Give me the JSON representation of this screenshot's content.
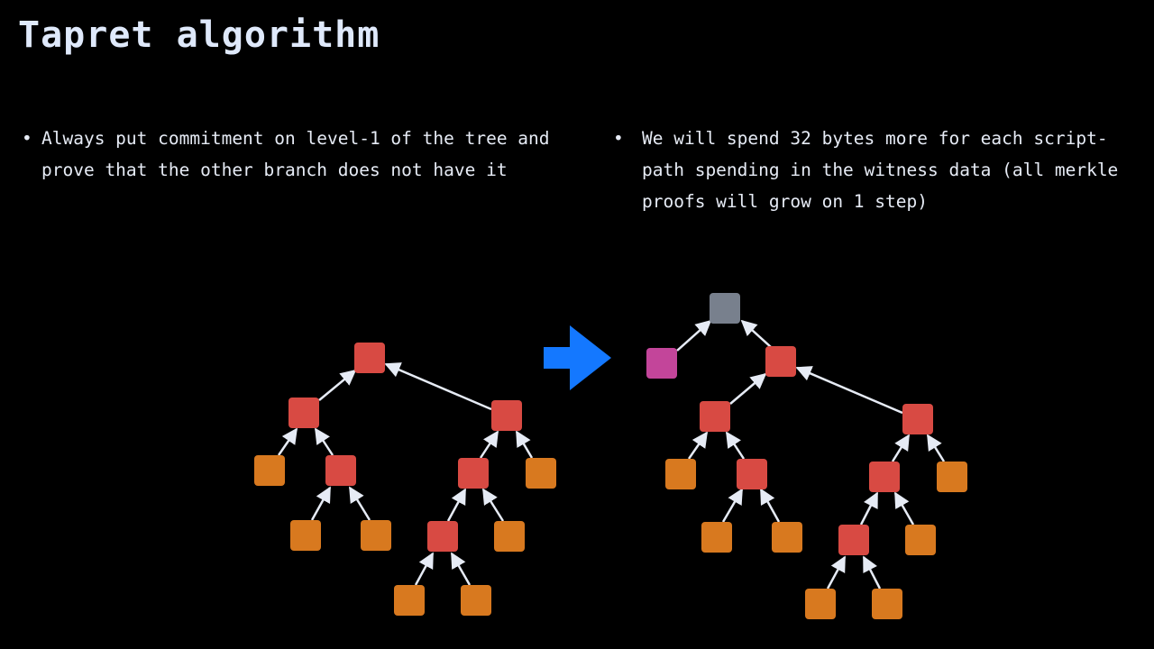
{
  "slide": {
    "title": "Tapret algorithm",
    "left_points": [
      "Always put commitment on level-1 of the tree and prove that the other branch does not have it"
    ],
    "right_points": [
      "We will spend 32 bytes more for each script-path spending in the witness data (all merkle proofs will grow on 1 step)"
    ]
  },
  "colors": {
    "background": "#000000",
    "branch_node": "#d84a43",
    "leaf_node": "#d8791f",
    "root_node": "#78808d",
    "commitment_node": "#c3459a",
    "edge": "#e6ebf5",
    "transform_arrow": "#1478ff"
  },
  "icons": {
    "transform_arrow": "right-arrow-icon"
  }
}
